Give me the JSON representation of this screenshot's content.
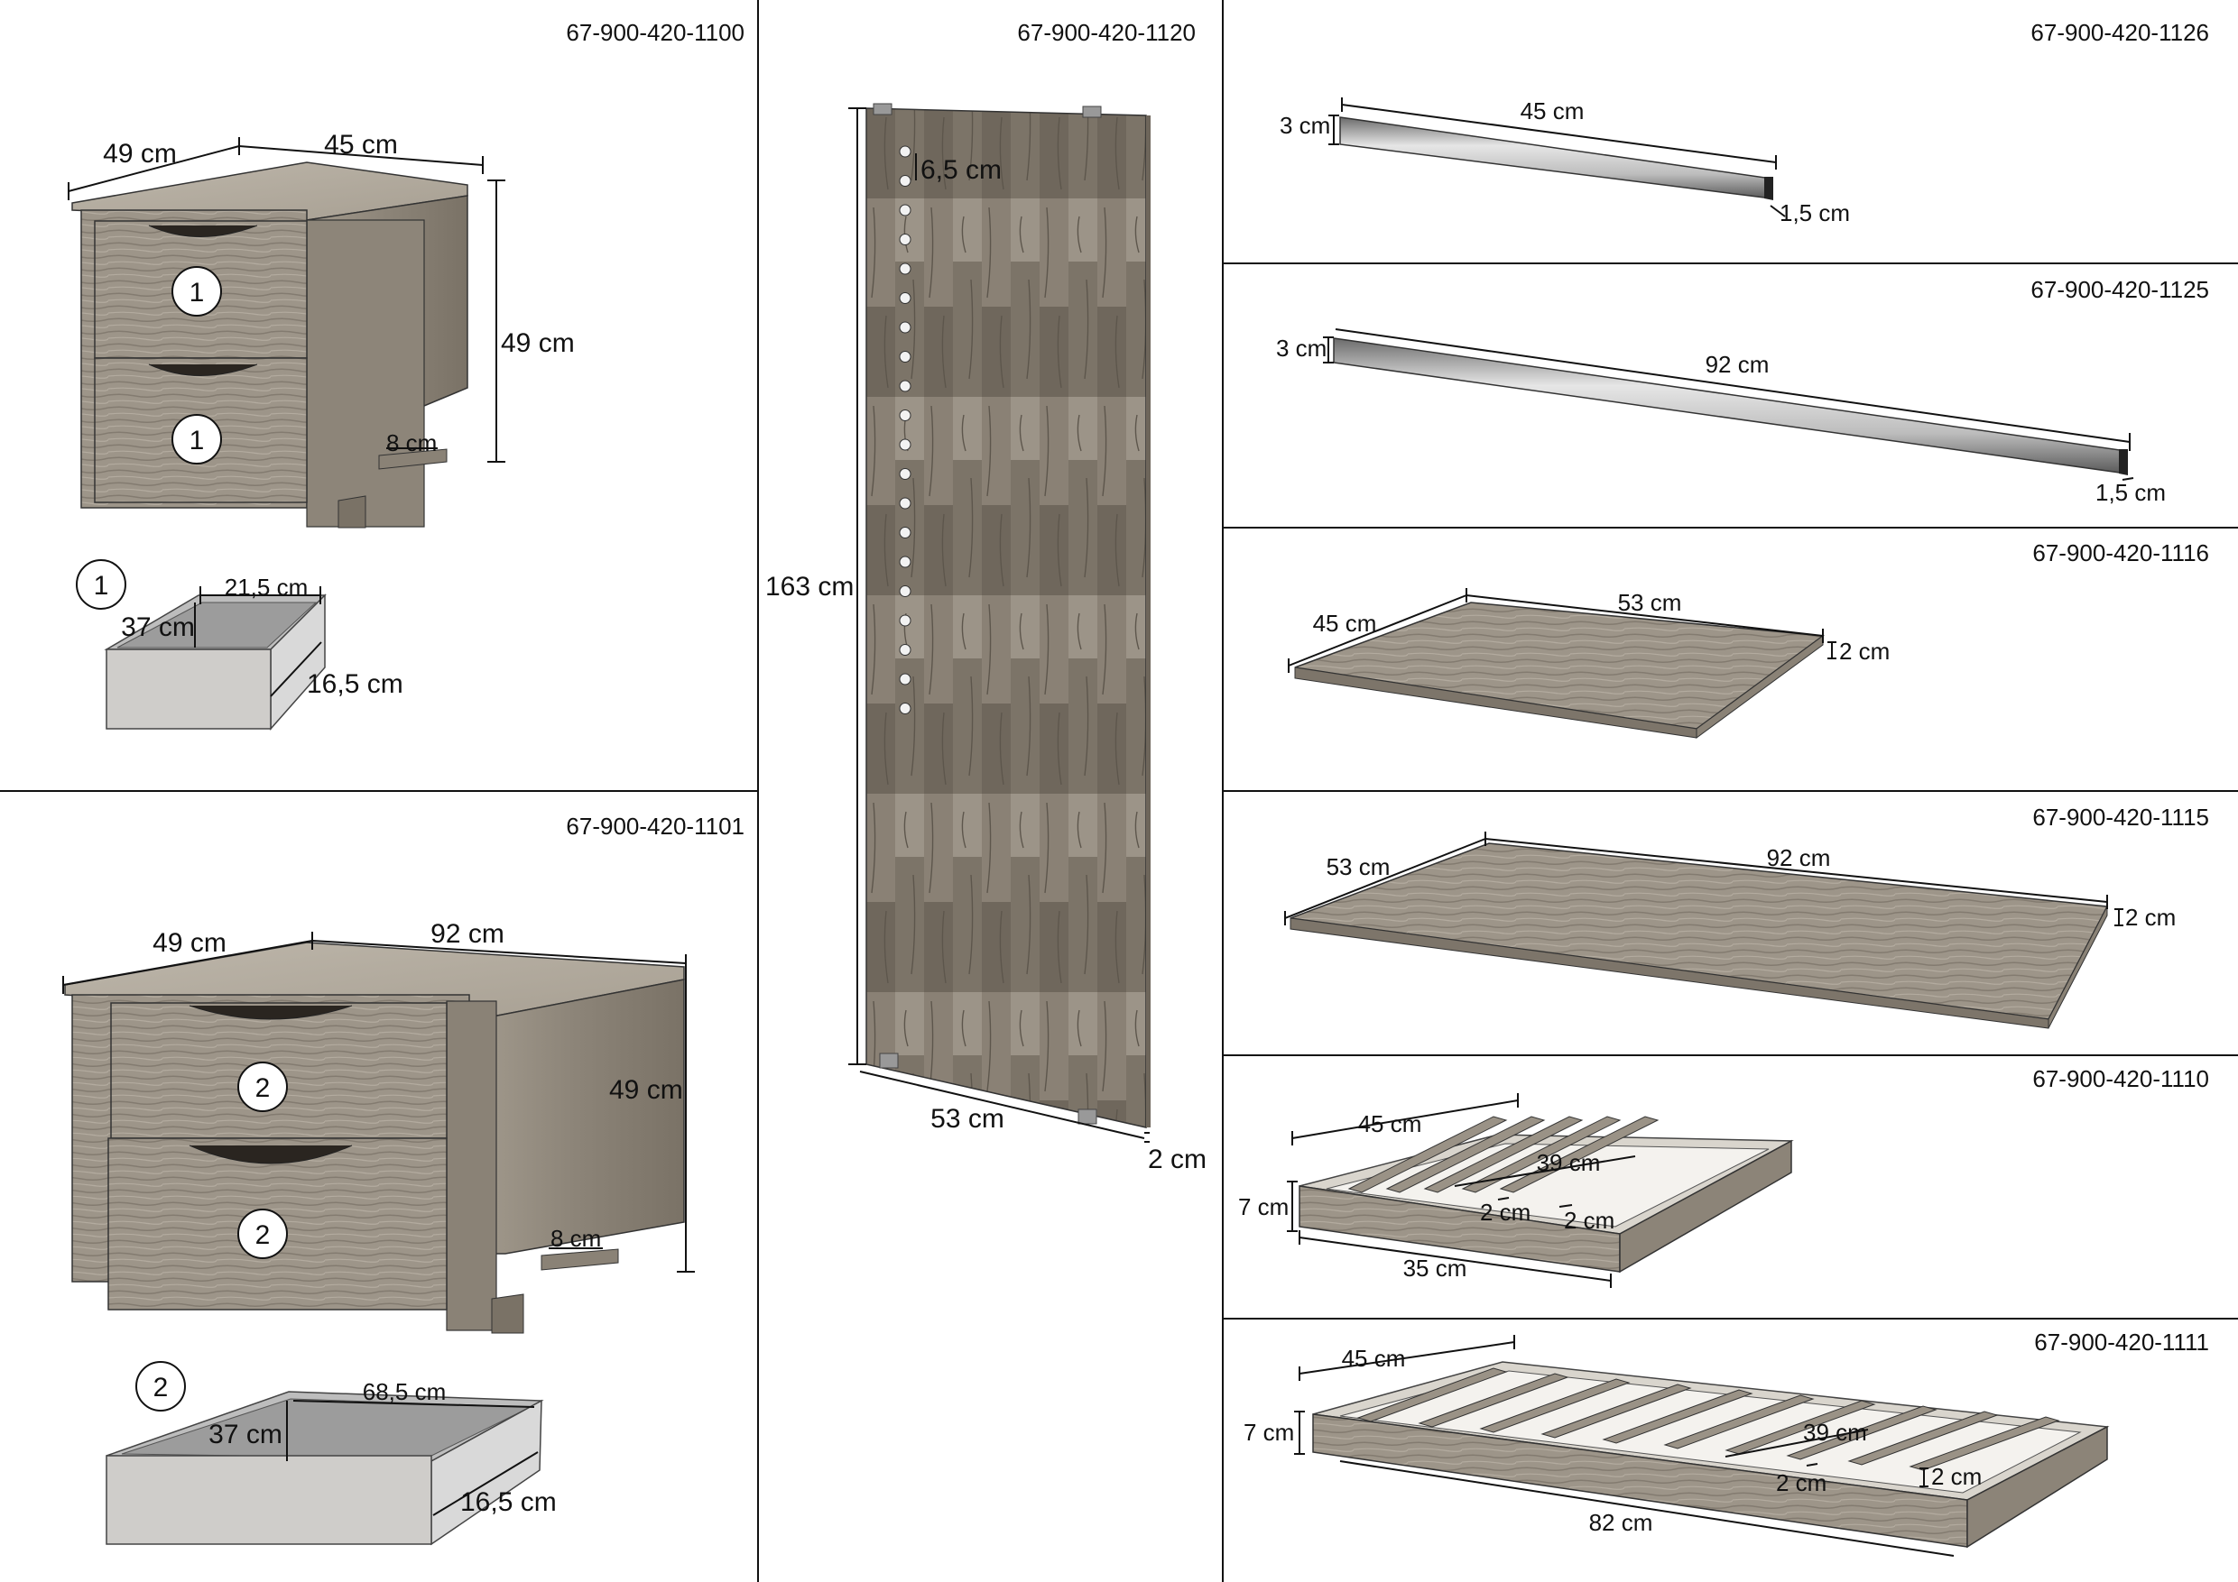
{
  "panels": {
    "p1100": {
      "code": "67-900-420-1100",
      "width": "45 cm",
      "depth": "49 cm",
      "height": "49 cm",
      "foot": "8 cm",
      "drawer_badge": "1",
      "drawer": {
        "badge": "1",
        "width": "21,5 cm",
        "depth": "37 cm",
        "height": "16,5 cm"
      }
    },
    "p1101": {
      "code": "67-900-420-1101",
      "width": "92 cm",
      "depth": "49 cm",
      "height": "49 cm",
      "foot": "8 cm",
      "drawer_badge": "2",
      "drawer": {
        "badge": "2",
        "width": "68,5 cm",
        "depth": "37 cm",
        "height": "16,5 cm"
      }
    },
    "p1120": {
      "code": "67-900-420-1120",
      "height": "163 cm",
      "width": "53 cm",
      "thickness": "2 cm",
      "hole_spacing": "6,5 cm"
    },
    "p1126": {
      "code": "67-900-420-1126",
      "length": "45 cm",
      "height": "3 cm",
      "thickness": "1,5 cm"
    },
    "p1125": {
      "code": "67-900-420-1125",
      "length": "92 cm",
      "height": "3 cm",
      "thickness": "1,5 cm"
    },
    "p1116": {
      "code": "67-900-420-1116",
      "length": "53 cm",
      "depth": "45 cm",
      "thickness": "2 cm"
    },
    "p1115": {
      "code": "67-900-420-1115",
      "length": "92 cm",
      "depth": "53 cm",
      "thickness": "2 cm"
    },
    "p1110": {
      "code": "67-900-420-1110",
      "depth": "45 cm",
      "slat_length": "39 cm",
      "height": "7 cm",
      "slat_width": "2 cm",
      "slat_gap": "2 cm",
      "length": "35 cm"
    },
    "p1111": {
      "code": "67-900-420-1111",
      "depth": "45 cm",
      "slat_length": "39 cm",
      "height": "7 cm",
      "slat_width": "2 cm",
      "thickness": "2 cm",
      "length": "82 cm"
    }
  },
  "colors": {
    "wood_light": "#b9b2a5",
    "wood_mid": "#8f877b",
    "wood_dark": "#5f5850",
    "drawer_front": "#cfcdca",
    "drawer_inner": "#9a9a9a",
    "rail": "#c9c9c9",
    "line": "#111111"
  }
}
